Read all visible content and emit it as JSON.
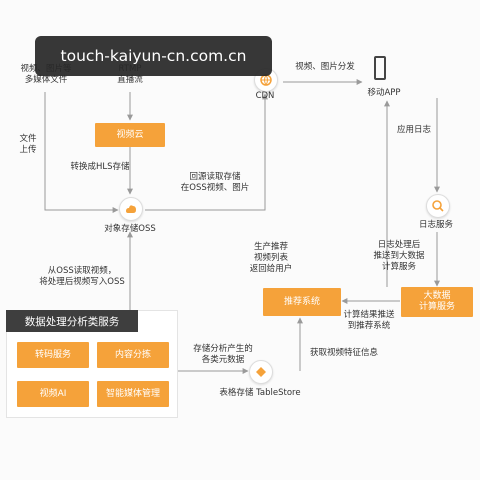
{
  "watermark": "touch-kaiyun-cn.com.cn",
  "sources": {
    "media_files": "视频、图片等\n多媒体文件",
    "rtmp_stream": "RTMP\n直播流"
  },
  "nodes": {
    "video_cloud": "视频云",
    "oss": "对象存储OSS",
    "cdn": "CDN",
    "mobile_app": "移动APP",
    "log_service": "日志服务",
    "recommend": "推荐系统",
    "bigdata": "大数据\n计算服务",
    "tablestore": "表格存储 TableStore"
  },
  "edge_labels": {
    "file_upload": "文件\n上传",
    "to_hls": "转换成HLS存储",
    "origin_read": "回源读取存储\n在OSS视频、图片",
    "distribute": "视频、图片分发",
    "app_log": "应用日志",
    "oss_read_write": "从OSS读取视频，\n将处理后视频写入OSS",
    "log_push": "日志处理后\n推送到大数据\n计算服务",
    "gen_list": "生产推荐\n视频列表\n返回给用户",
    "calc_push": "计算结果推送\n到推荐系统",
    "store_meta": "存储分析产生的\n各类元数据",
    "fetch_feature": "获取视频特征信息"
  },
  "processing_group": {
    "title": "数据处理分析类服务",
    "services": [
      "转码服务",
      "内容分拣",
      "视频AI",
      "智能媒体管理"
    ]
  },
  "colors": {
    "orange": "#f5a23a",
    "line": "#9a9a9a",
    "dark": "#3e3e3e"
  }
}
